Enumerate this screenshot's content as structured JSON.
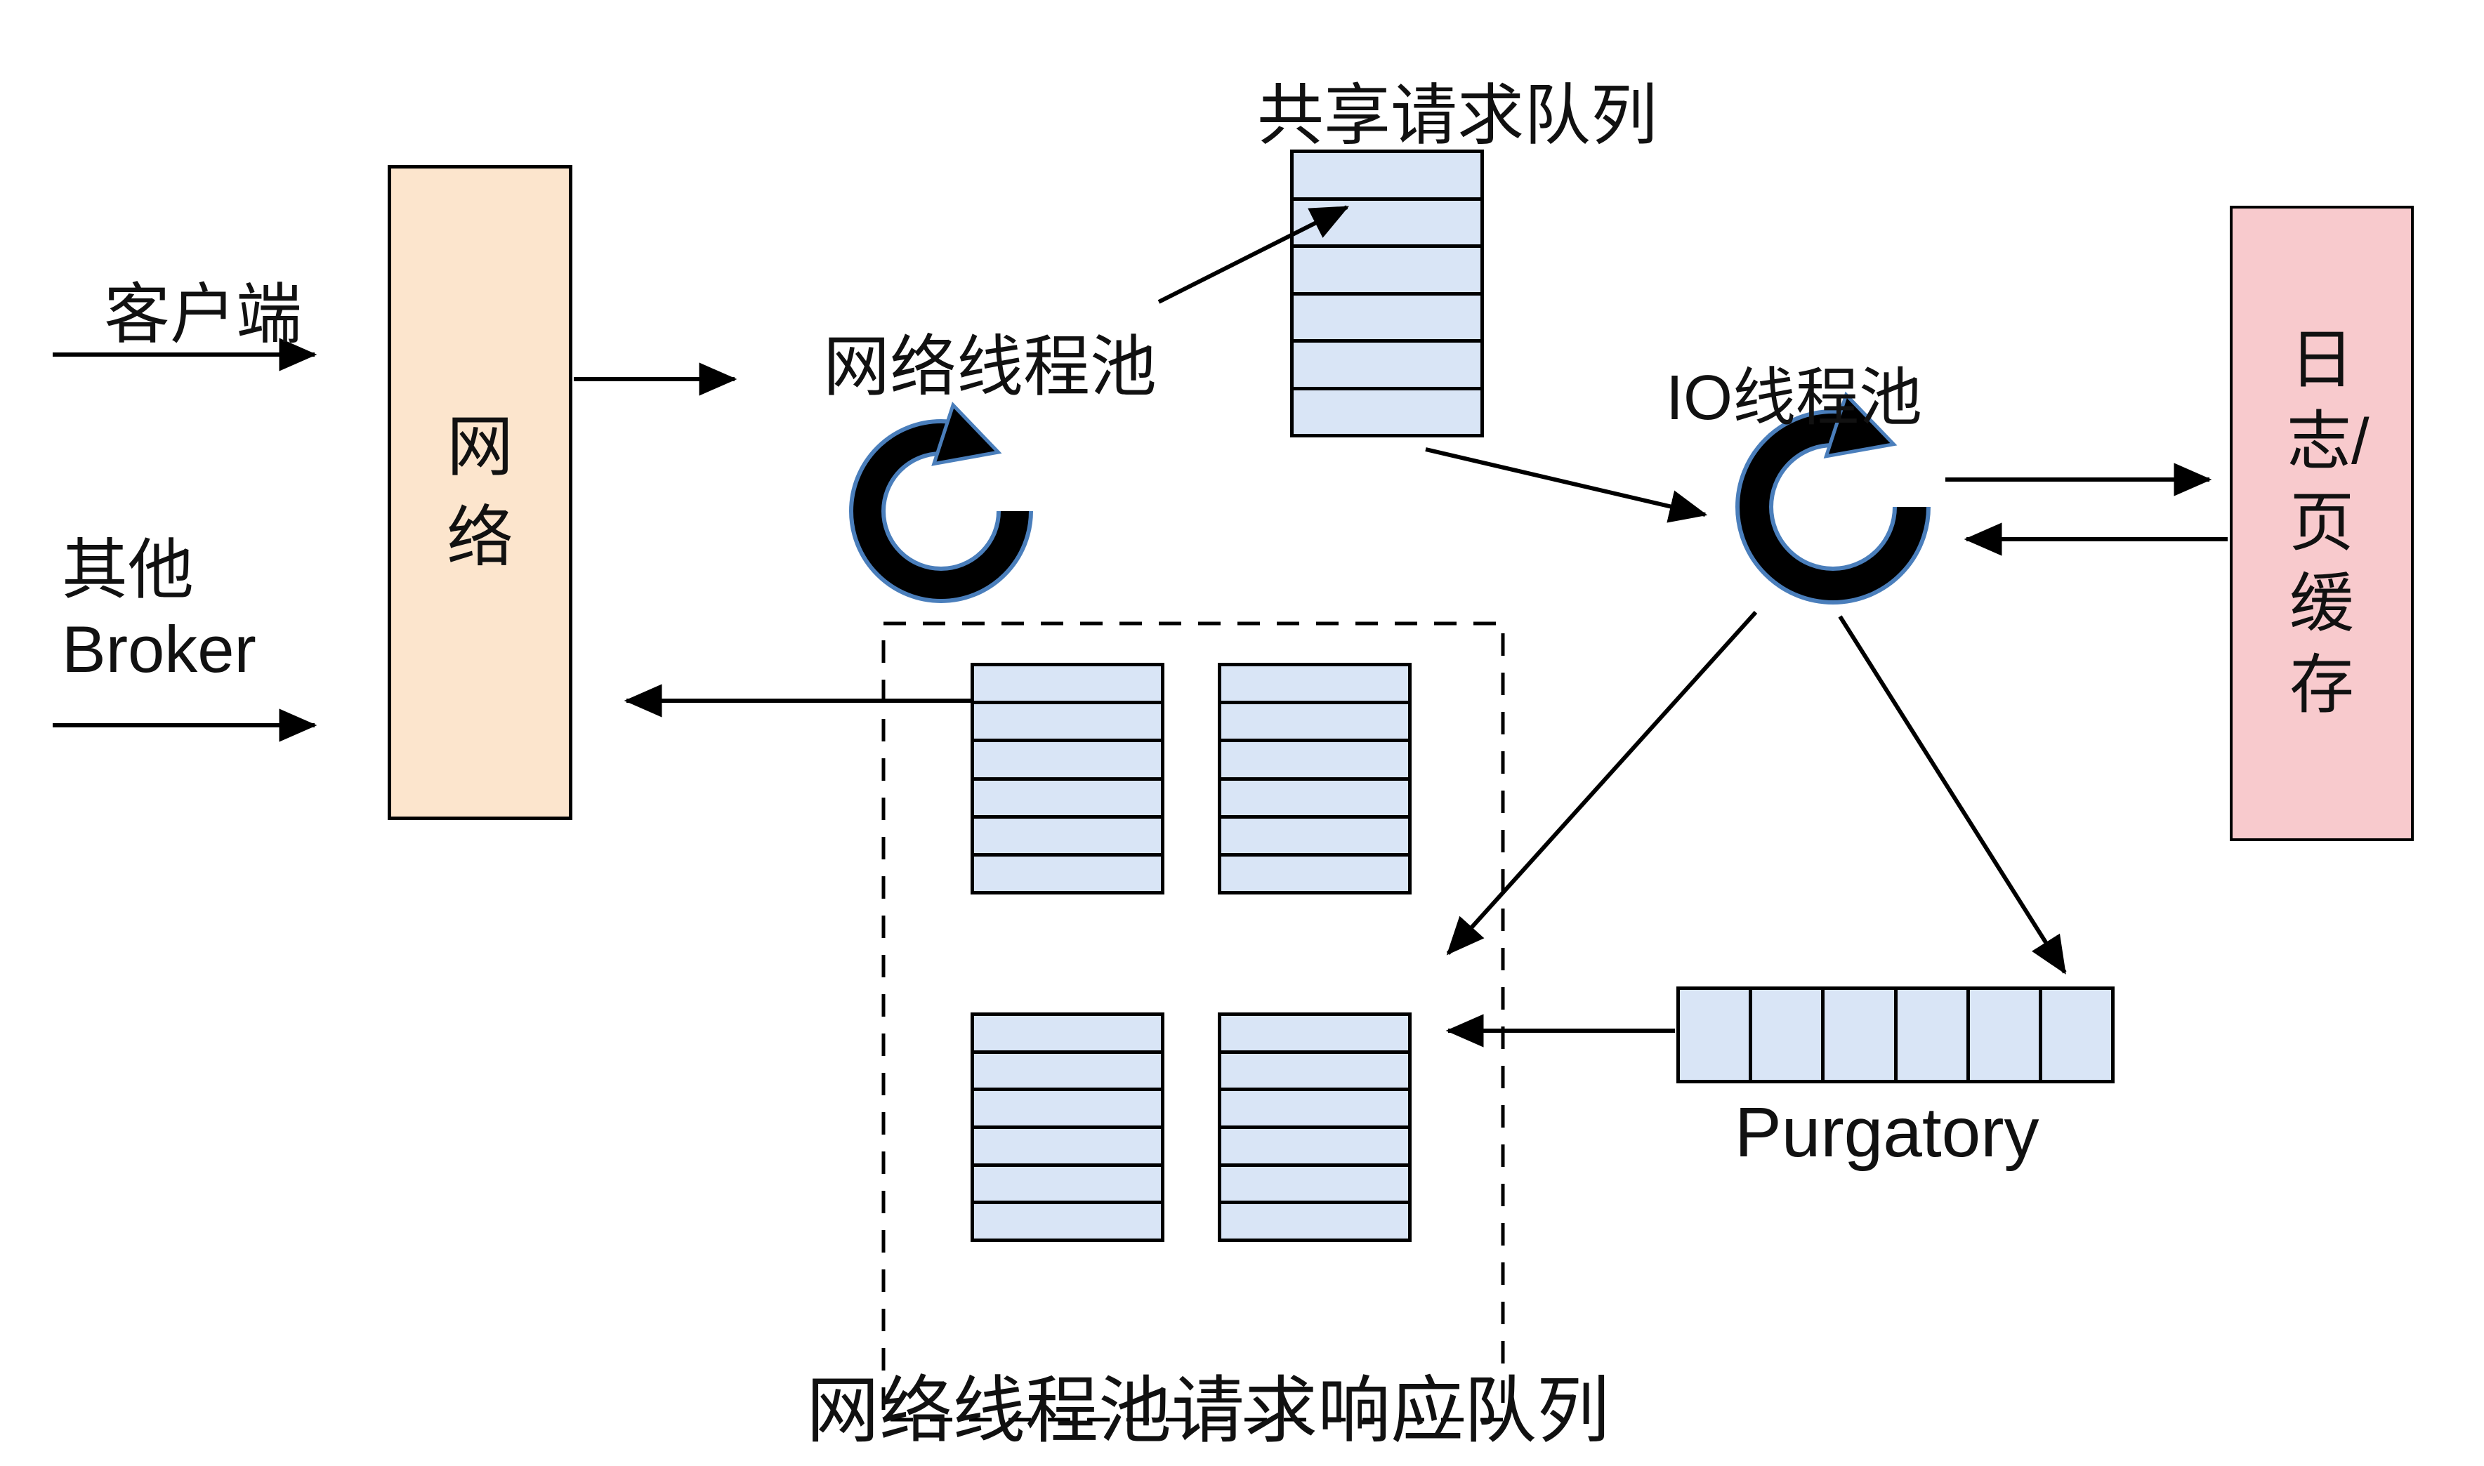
{
  "diagram": {
    "title_implicit": "Kafka broker 请求处理架构",
    "labels": {
      "client": "客户端",
      "other": "其他",
      "broker": "Broker",
      "network_box": "网络",
      "network_thread_pool": "网络线程池",
      "shared_request_queue": "共享请求队列",
      "io_thread_pool": "IO线程池",
      "log_page_cache": "日志/页缓存",
      "purgatory": "Purgatory",
      "response_queues": "网络线程池请求响应队列"
    },
    "queues": {
      "shared_cells": 6,
      "response_cells": 6,
      "response_columns": 4,
      "purgatory_cells": 6
    },
    "icons": {
      "network_pool_icon": "cycle-arrow",
      "io_pool_icon": "cycle-arrow"
    }
  },
  "colors": {
    "network_box": "#fce5cd",
    "cache_box": "#f8cacd",
    "cell": "#d9e5f6",
    "stroke": "#000000",
    "icon_accent": "#4a7ebb"
  }
}
